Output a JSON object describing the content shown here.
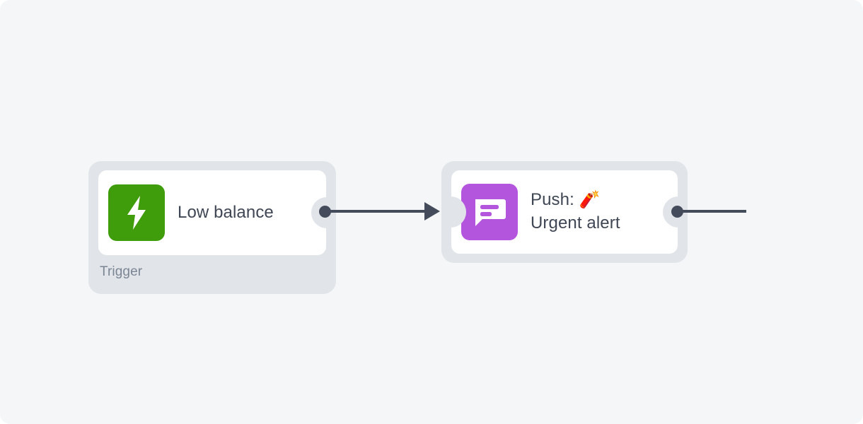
{
  "canvas": {
    "background_color": "#f5f6f7"
  },
  "nodes": [
    {
      "id": "trigger-node",
      "title": "Low balance",
      "sublabel": "Trigger",
      "icon": {
        "name": "lightning-bolt-icon",
        "tile_color": "#3f9c0a",
        "glyph_color": "#ffffff"
      },
      "shell_color": "#e1e4e9",
      "card_color": "#ffffff"
    },
    {
      "id": "push-node",
      "title": "Push: 🧨\nUrgent alert",
      "title_line_1": "Push: 🧨",
      "title_line_2": "Urgent alert",
      "emoji": "🧨",
      "icon": {
        "name": "speech-bubble-icon",
        "tile_color": "#b355dd",
        "glyph_color": "#ffffff"
      },
      "shell_color": "#e1e4e9",
      "card_color": "#ffffff"
    }
  ],
  "connections": [
    {
      "id": "trigger-to-push",
      "from": "trigger-node",
      "to": "push-node",
      "color": "#444b5a",
      "has_arrowhead": true
    },
    {
      "id": "push-outgoing",
      "from": "push-node",
      "to": "",
      "color": "#444b5a",
      "has_arrowhead": false
    }
  ],
  "colors": {
    "text_primary": "#3f4654",
    "text_muted": "#7b8594",
    "connector": "#444b5a",
    "shell": "#e1e4e9",
    "canvas": "#f5f6f7"
  }
}
